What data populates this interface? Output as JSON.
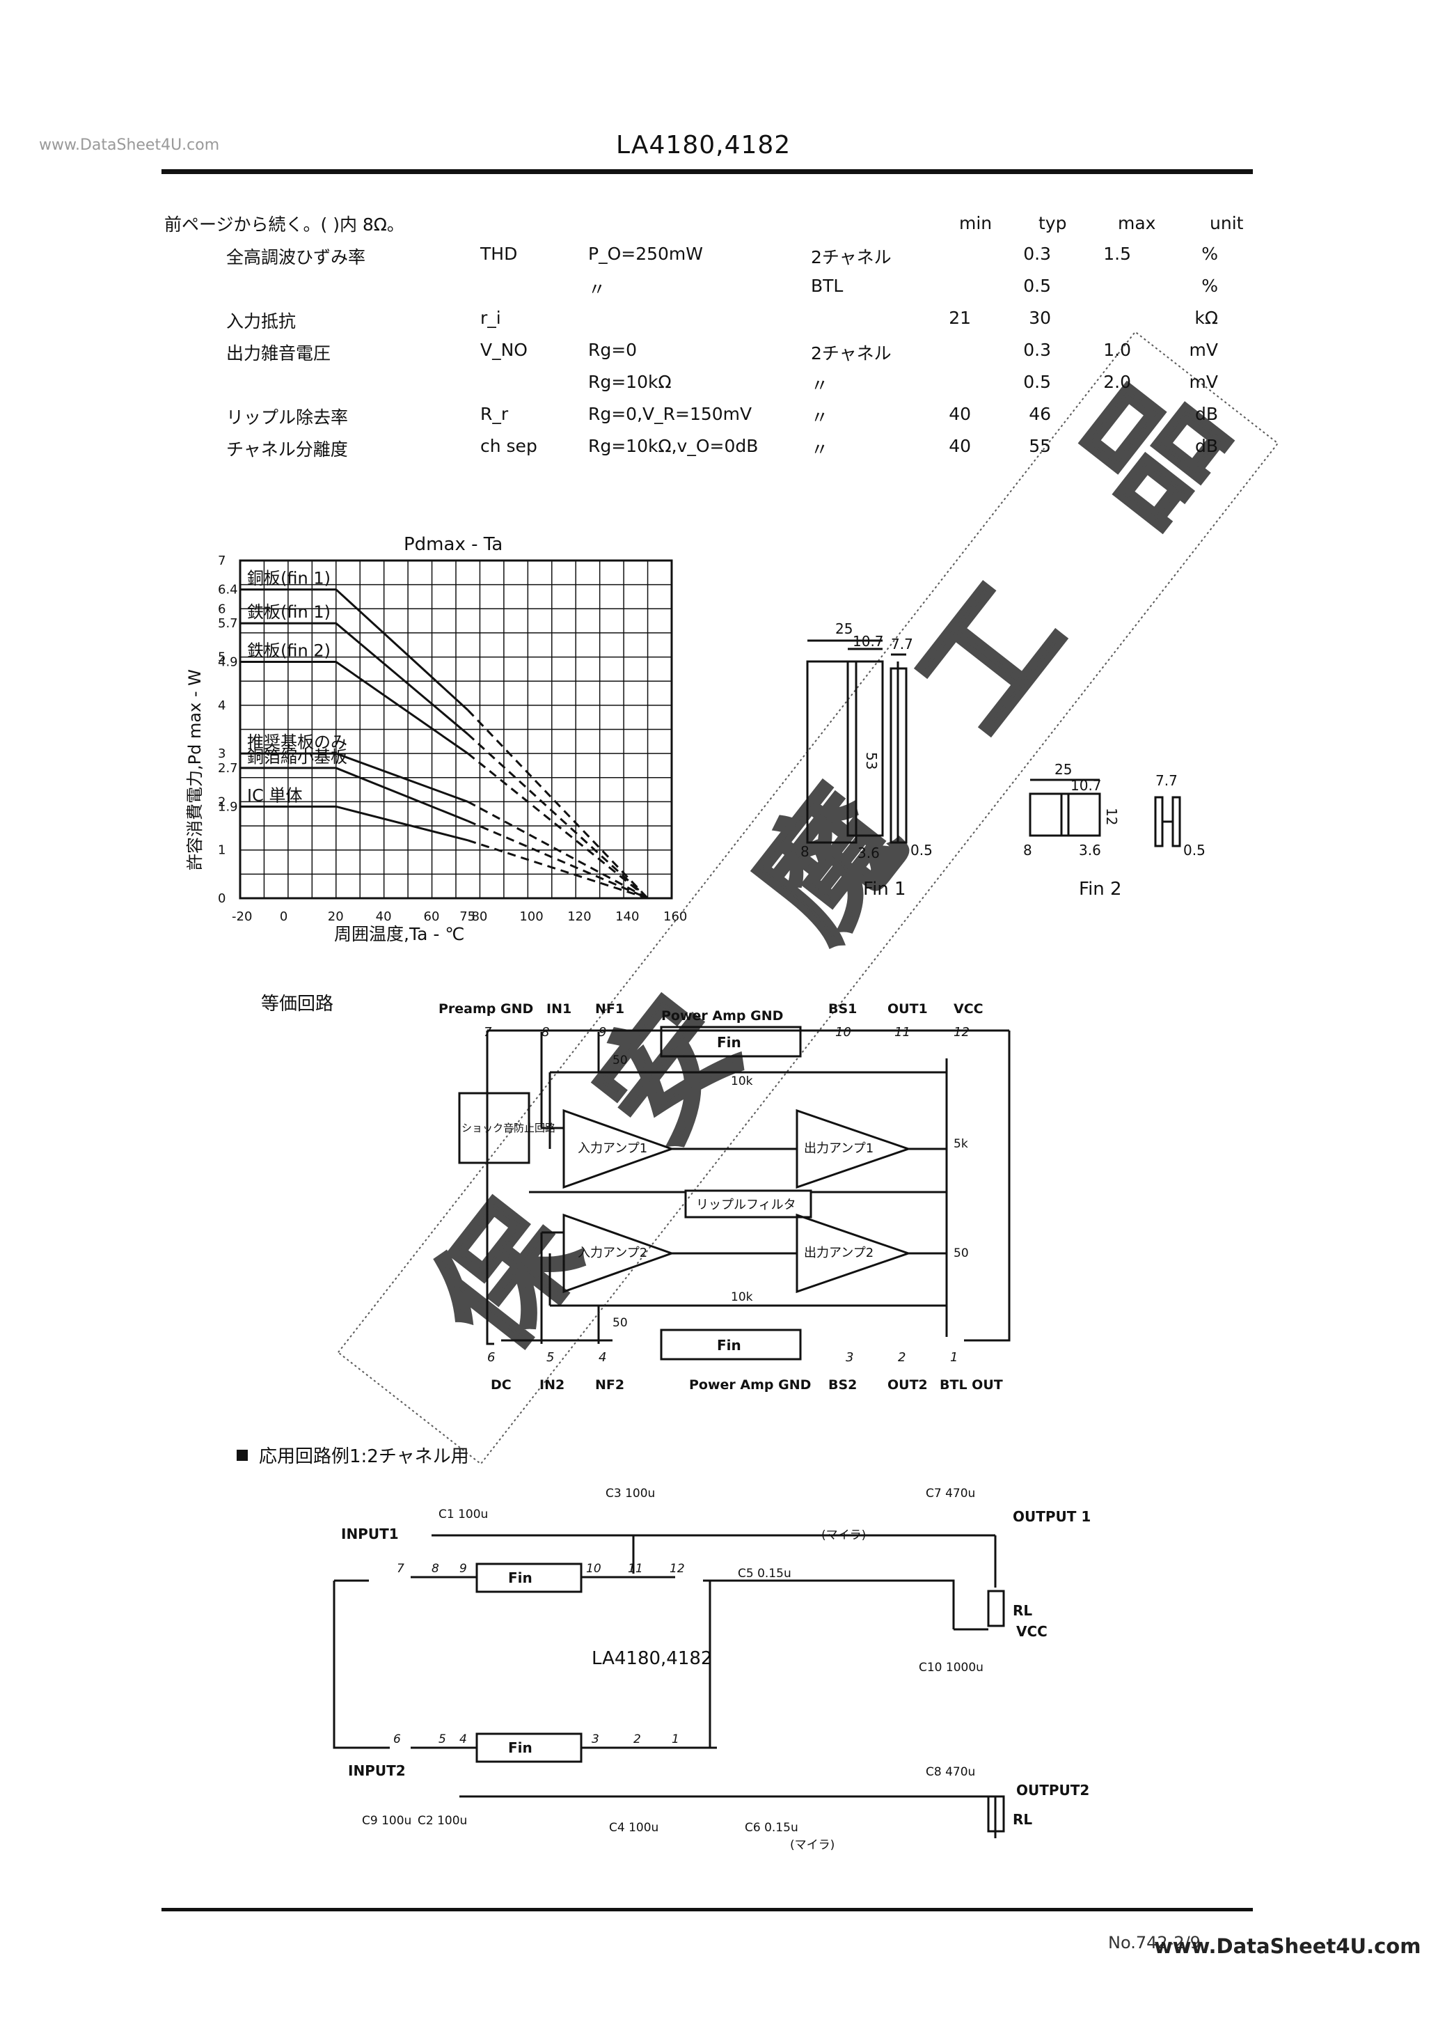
{
  "header": {
    "watermark_url": "www.DataSheet4U.com",
    "title": "LA4180,4182"
  },
  "spec_table": {
    "intro": "前ページから続く。( )内 8Ω。",
    "col_min": "min",
    "col_typ": "typ",
    "col_max": "max",
    "col_unit": "unit",
    "rows": [
      {
        "param": "全高調波ひずみ率",
        "symbol": "THD",
        "cond": "P_O=250mW",
        "mode": "2チャネル",
        "min": "",
        "typ": "0.3",
        "max": "1.5",
        "unit": "%"
      },
      {
        "param": "",
        "symbol": "",
        "cond": "〃",
        "mode": "BTL",
        "min": "",
        "typ": "0.5",
        "max": "",
        "unit": "%"
      },
      {
        "param": "入力抵抗",
        "symbol": "r_i",
        "cond": "",
        "mode": "",
        "min": "21",
        "typ": "30",
        "max": "",
        "unit": "kΩ"
      },
      {
        "param": "出力雑音電圧",
        "symbol": "V_NO",
        "cond": "Rg=0",
        "mode": "2チャネル",
        "min": "",
        "typ": "0.3",
        "max": "1.0",
        "unit": "mV"
      },
      {
        "param": "",
        "symbol": "",
        "cond": "Rg=10kΩ",
        "mode": "〃",
        "min": "",
        "typ": "0.5",
        "max": "2.0",
        "unit": "mV"
      },
      {
        "param": "リップル除去率",
        "symbol": "R_r",
        "cond": "Rg=0,V_R=150mV",
        "mode": "〃",
        "min": "40",
        "typ": "46",
        "max": "",
        "unit": "dB"
      },
      {
        "param": "チャネル分離度",
        "symbol": "ch sep",
        "cond": "Rg=10kΩ,v_O=0dB",
        "mode": "〃",
        "min": "40",
        "typ": "55",
        "max": "",
        "unit": "dB"
      }
    ]
  },
  "chart_data": {
    "type": "line",
    "title": "Pdmax - Ta",
    "xlabel": "周囲温度,Ta - ℃",
    "ylabel": "許容消費電力,Pd max - W",
    "xlim": [
      -20,
      160
    ],
    "ylim": [
      0,
      7
    ],
    "x_ticks": [
      "-20",
      "0",
      "20",
      "40",
      "60",
      "75",
      "80",
      "100",
      "120",
      "140",
      "160"
    ],
    "x_tick_values": [
      -20,
      0,
      20,
      40,
      60,
      75,
      80,
      100,
      120,
      140,
      160
    ],
    "y_ticks": [
      "0",
      "1",
      "1.9",
      "2",
      "2.7",
      "3",
      "4",
      "4.9",
      "5",
      "5.7",
      "6",
      "6.4",
      "7"
    ],
    "y_tick_values": [
      0,
      1,
      1.9,
      2,
      2.7,
      3,
      4,
      4.9,
      5,
      5.7,
      6,
      6.4,
      7
    ],
    "grid": true,
    "series": [
      {
        "name": "銅板(fin 1)",
        "x": [
          -20,
          20,
          75,
          150
        ],
        "y": [
          6.4,
          6.4,
          3.9,
          0
        ]
      },
      {
        "name": "鉄板(fin 1)",
        "x": [
          -20,
          20,
          75,
          150
        ],
        "y": [
          5.7,
          5.7,
          3.4,
          0
        ]
      },
      {
        "name": "鉄板(fin 2)",
        "x": [
          -20,
          20,
          75,
          150
        ],
        "y": [
          4.9,
          4.9,
          3.0,
          0
        ]
      },
      {
        "name": "推奨基板のみ",
        "x": [
          -20,
          20,
          75,
          150
        ],
        "y": [
          3.0,
          3.0,
          2.0,
          0
        ]
      },
      {
        "name": "銅箔縮小基板",
        "x": [
          -20,
          20,
          75,
          150
        ],
        "y": [
          2.7,
          2.7,
          1.6,
          0
        ]
      },
      {
        "name": "IC 単体",
        "x": [
          -20,
          20,
          75,
          150
        ],
        "y": [
          1.9,
          1.9,
          1.2,
          0
        ]
      }
    ]
  },
  "fin_drawings": {
    "fin1": {
      "label": "Fin 1",
      "dims": [
        "25",
        "10.7",
        "7.7",
        "53",
        "8",
        "3.6",
        "0.5"
      ]
    },
    "fin2": {
      "label": "Fin 2",
      "dims": [
        "25",
        "10.7",
        "7.7",
        "12",
        "8",
        "3.6",
        "0.5"
      ]
    }
  },
  "equiv_circuit": {
    "title": "等価回路",
    "top_pins": [
      "Preamp GND",
      "IN1",
      "NF1",
      "Power Amp GND",
      "BS1",
      "OUT1",
      "VCC"
    ],
    "top_pin_numbers": [
      "7",
      "8",
      "9",
      "10",
      "11",
      "12"
    ],
    "bottom_pins": [
      "DC",
      "IN2",
      "NF2",
      "Power Amp GND",
      "BS2",
      "OUT2",
      "BTL OUT"
    ],
    "bottom_pin_numbers": [
      "6",
      "5",
      "4",
      "3",
      "2",
      "1"
    ],
    "blocks": {
      "fin": "Fin",
      "shock": "ショック音防止回路",
      "in_amp1": "入力アンプ1",
      "in_amp2": "入力アンプ2",
      "out_amp1": "出力アンプ1",
      "out_amp2": "出力アンプ2",
      "ripple": "リップルフィルタ"
    },
    "resistors": [
      "50",
      "10k",
      "5k",
      "50",
      "10k",
      "50"
    ]
  },
  "app_circuit": {
    "title": "応用回路例1:2チャネル用",
    "ic_label": "LA4180,4182",
    "fin": "Fin",
    "pin_numbers": [
      "7",
      "8",
      "9",
      "10",
      "11",
      "12",
      "6",
      "5",
      "4",
      "3",
      "2",
      "1"
    ],
    "labels": [
      "INPUT1",
      "INPUT2",
      "OUTPUT 1",
      "OUTPUT2",
      "VCC",
      "RL",
      "RL"
    ],
    "components": [
      "C1 100u",
      "C2 100u",
      "C3 100u",
      "C4 100u",
      "C5 0.15u",
      "C6 0.15u",
      "C7 470u",
      "C8 470u",
      "C9 100u",
      "C10 1000u",
      "(マイラ)",
      "(マイラ)"
    ]
  },
  "watermark": {
    "text": "保 安 魔 工 品"
  },
  "footer": {
    "page_no": "No.742-2/9",
    "site": "www.DataSheet4U.com"
  }
}
